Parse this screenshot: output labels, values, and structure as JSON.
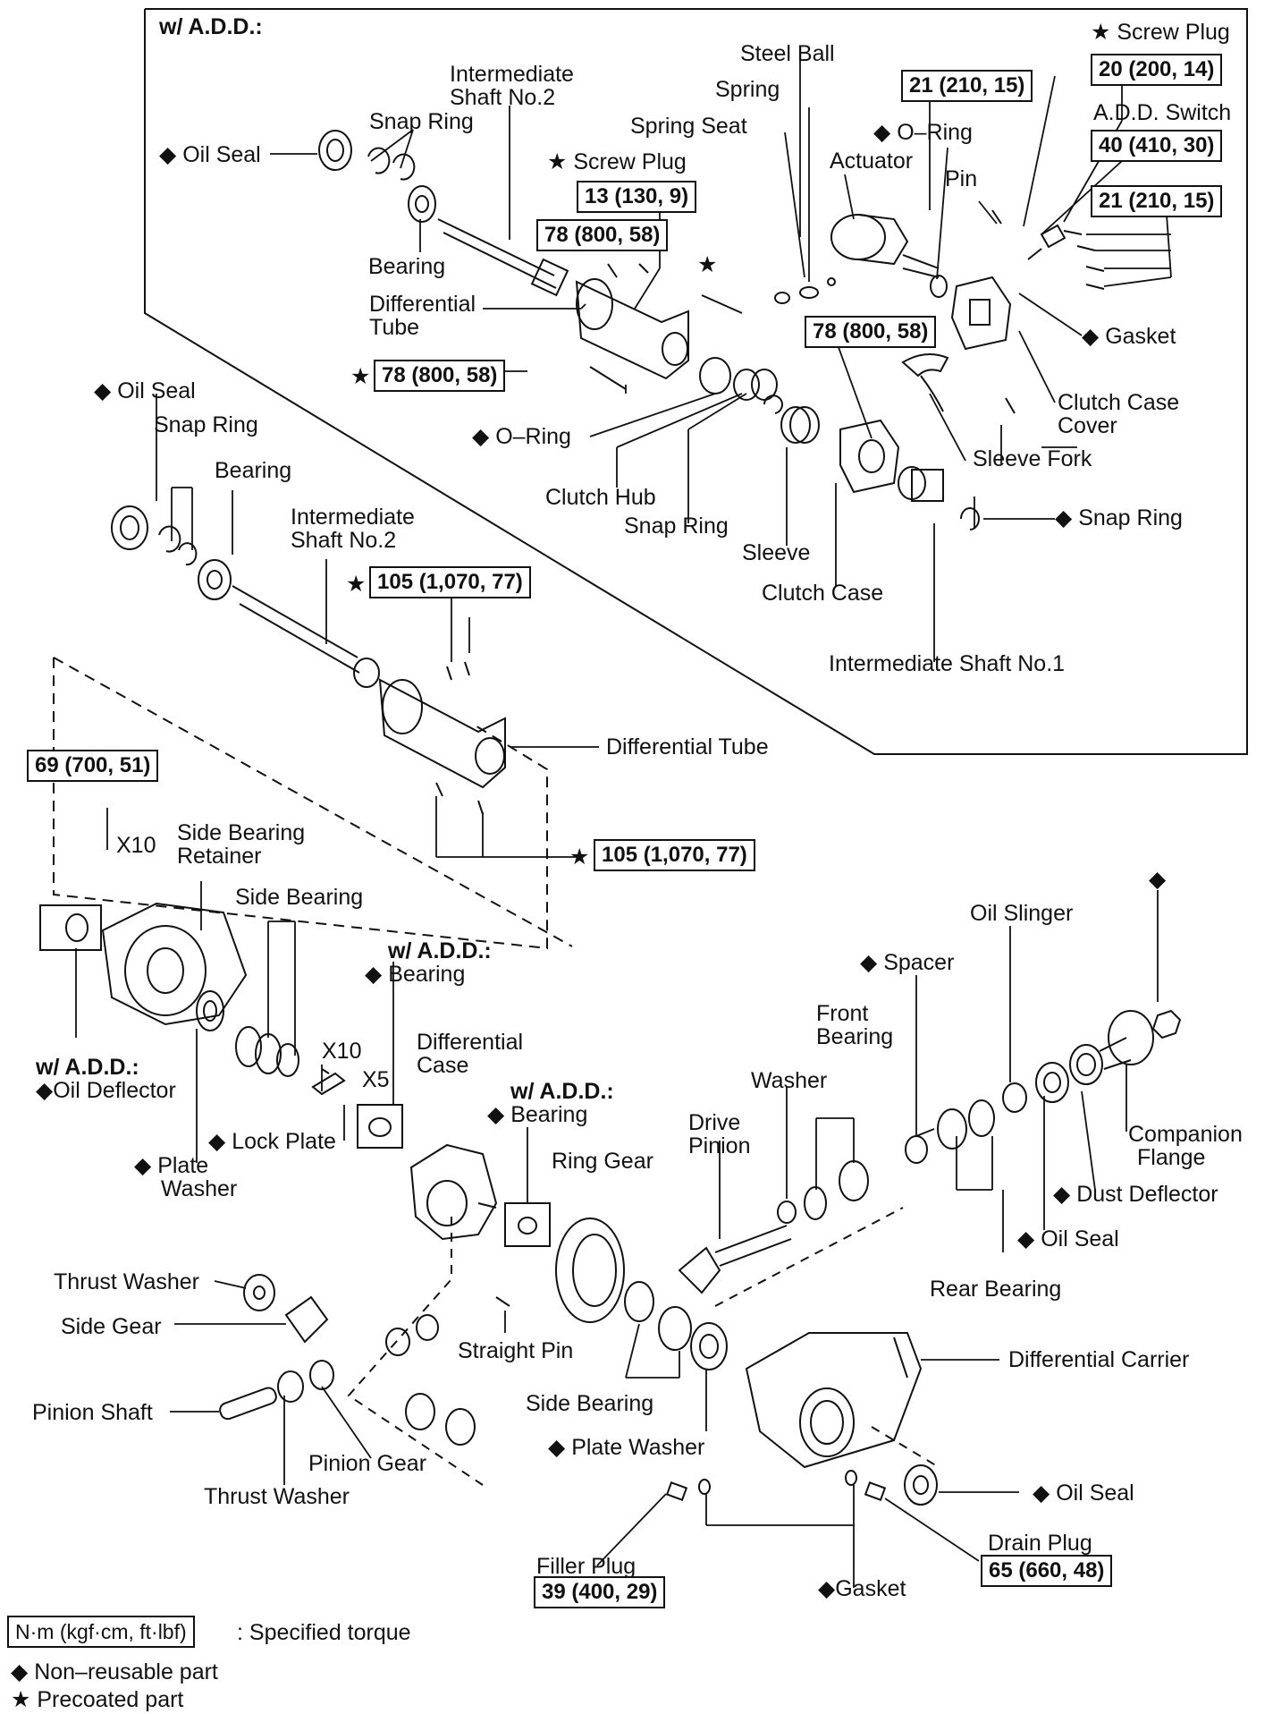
{
  "header": "w/  A.D.D.:",
  "labels": {
    "screw_plug_top": "Screw Plug",
    "steel_ball": "Steel Ball",
    "spring": "Spring",
    "spring_seat": "Spring Seat",
    "screw_plug_mid": "Screw Plug",
    "intermediate_shaft_no2_top": [
      "Intermediate",
      "Shaft No.2"
    ],
    "snap_ring_top": "Snap Ring",
    "oil_seal_top": "Oil Seal",
    "bearing_top": "Bearing",
    "differential_tube_top": [
      "Differential",
      "Tube"
    ],
    "o_ring_actuator": "O–Ring",
    "actuator": "Actuator",
    "pin": "Pin",
    "add_switch": "A.D.D. Switch",
    "gasket_top": "Gasket",
    "clutch_case_cover": [
      "Clutch Case",
      "Cover"
    ],
    "sleeve_fork": "Sleeve Fork",
    "o_ring_mid": "O–Ring",
    "clutch_hub": "Clutch Hub",
    "snap_ring_mid": "Snap Ring",
    "sleeve": "Sleeve",
    "clutch_case": "Clutch Case",
    "snap_ring_right": "Snap Ring",
    "intermediate_shaft_no1": "Intermediate Shaft No.1",
    "oil_seal_left": "Oil Seal",
    "snap_ring_left": "Snap Ring",
    "bearing_left": "Bearing",
    "intermediate_shaft_no2_left": [
      "Intermediate",
      "Shaft No.2"
    ],
    "differential_tube_mid": "Differential Tube",
    "x10_top": "X10",
    "side_bearing_retainer": [
      "Side Bearing",
      "Retainer"
    ],
    "side_bearing_top": "Side Bearing",
    "x10_mid": "X10",
    "x5": "X5",
    "oil_deflector_prefix": "w/  A.D.D.:",
    "oil_deflector": "Oil Deflector",
    "lock_plate": "Lock Plate",
    "plate_washer_left": [
      "Plate",
      "Washer"
    ],
    "bearing_add_1_prefix": "w/  A.D.D.:",
    "bearing_add_1": "Bearing",
    "differential_case": [
      "Differential",
      "Case"
    ],
    "bearing_add_2_prefix": "w/  A.D.D.:",
    "bearing_add_2": "Bearing",
    "ring_gear": "Ring Gear",
    "drive_pinion": [
      "Drive",
      "Pinion"
    ],
    "washer": "Washer",
    "front_bearing": [
      "Front",
      "Bearing"
    ],
    "spacer": "Spacer",
    "oil_slinger": "Oil Slinger",
    "companion_flange": [
      "Companion",
      "Flange"
    ],
    "dust_deflector": "Dust Deflector",
    "oil_seal_front": "Oil Seal",
    "rear_bearing": "Rear Bearing",
    "thrust_washer_top": "Thrust Washer",
    "side_gear": "Side Gear",
    "straight_pin": "Straight Pin",
    "differential_carrier": "Differential Carrier",
    "side_bearing_bottom": "Side Bearing",
    "plate_washer_bottom": "Plate Washer",
    "pinion_shaft": "Pinion Shaft",
    "pinion_gear": "Pinion Gear",
    "thrust_washer_bottom": "Thrust Washer",
    "oil_seal_bottom": "Oil Seal",
    "drain_plug": "Drain Plug",
    "filler_plug": "Filler Plug",
    "gasket_bottom": "Gasket"
  },
  "torques": {
    "t_21_top": "21 (210, 15)",
    "t_20": "20 (200, 14)",
    "t_40": "40 (410, 30)",
    "t_21_right": "21 (210, 15)",
    "t_13": "13 (130, 9)",
    "t_78_a": "78 (800, 58)",
    "t_78_b": "78 (800, 58)",
    "t_78_c": "78 (800, 58)",
    "t_105_a": "105 (1,070, 77)",
    "t_105_b": "105 (1,070, 77)",
    "t_69": "69 (700, 51)",
    "t_65": "65 (660, 48)",
    "t_39": "39 (400, 29)"
  },
  "legend": {
    "unit_box": "N·m (kgf·cm, ft·lbf)",
    "unit_text": ": Specified torque",
    "non_reusable": "Non–reusable part",
    "precoated": "Precoated part"
  },
  "symbols": {
    "diamond": "◆",
    "star": "★"
  }
}
